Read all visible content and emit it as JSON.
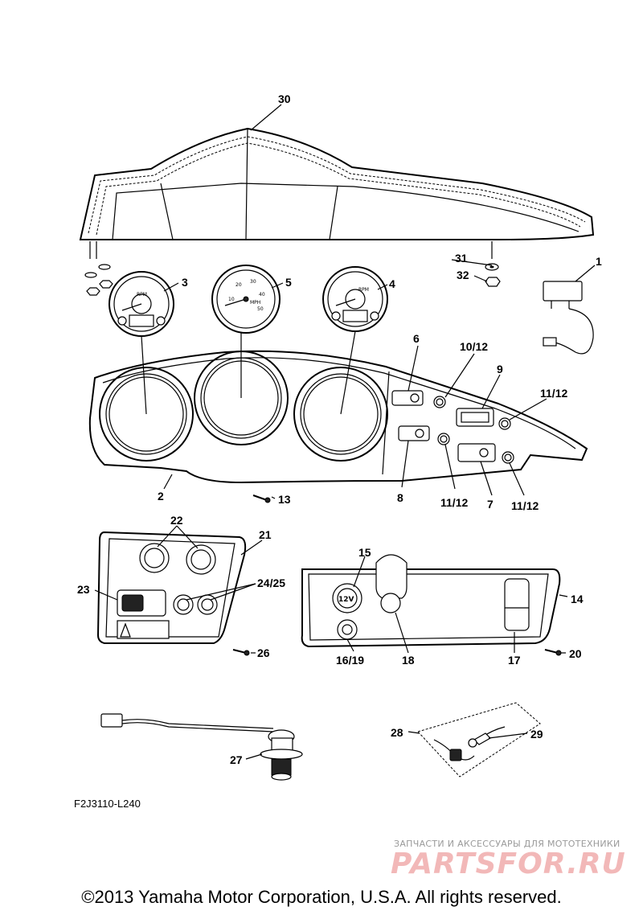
{
  "callouts": {
    "c1": "1",
    "c2": "2",
    "c3": "3",
    "c4": "4",
    "c5": "5",
    "c6": "6",
    "c7": "7",
    "c8": "8",
    "c9": "9",
    "c10_12": "10/12",
    "c11_12_a": "11/12",
    "c11_12_b": "11/12",
    "c11_12_c": "11/12",
    "c13": "13",
    "c14": "14",
    "c15": "15",
    "c16_19": "16/19",
    "c17": "17",
    "c18": "18",
    "c20": "20",
    "c21": "21",
    "c22": "22",
    "c23": "23",
    "c24_25": "24/25",
    "c26": "26",
    "c27": "27",
    "c28": "28",
    "c29": "29",
    "c30": "30",
    "c31": "31",
    "c32": "32"
  },
  "gauges": {
    "speedo_unit": "MPH",
    "speedo_ticks": [
      "10",
      "20",
      "30",
      "40",
      "50"
    ],
    "tach_unit": "RPM",
    "socket_label": "12V"
  },
  "diagram_code": "F2J3110-L240",
  "watermark": {
    "subtitle": "ЗАПЧАСТИ И АКСЕССУАРЫ ДЛЯ МОТОТЕХНИКИ",
    "logo": "PARTSFOR.RU"
  },
  "copyright": "©2013 Yamaha Motor Corporation, U.S.A. All rights reserved."
}
